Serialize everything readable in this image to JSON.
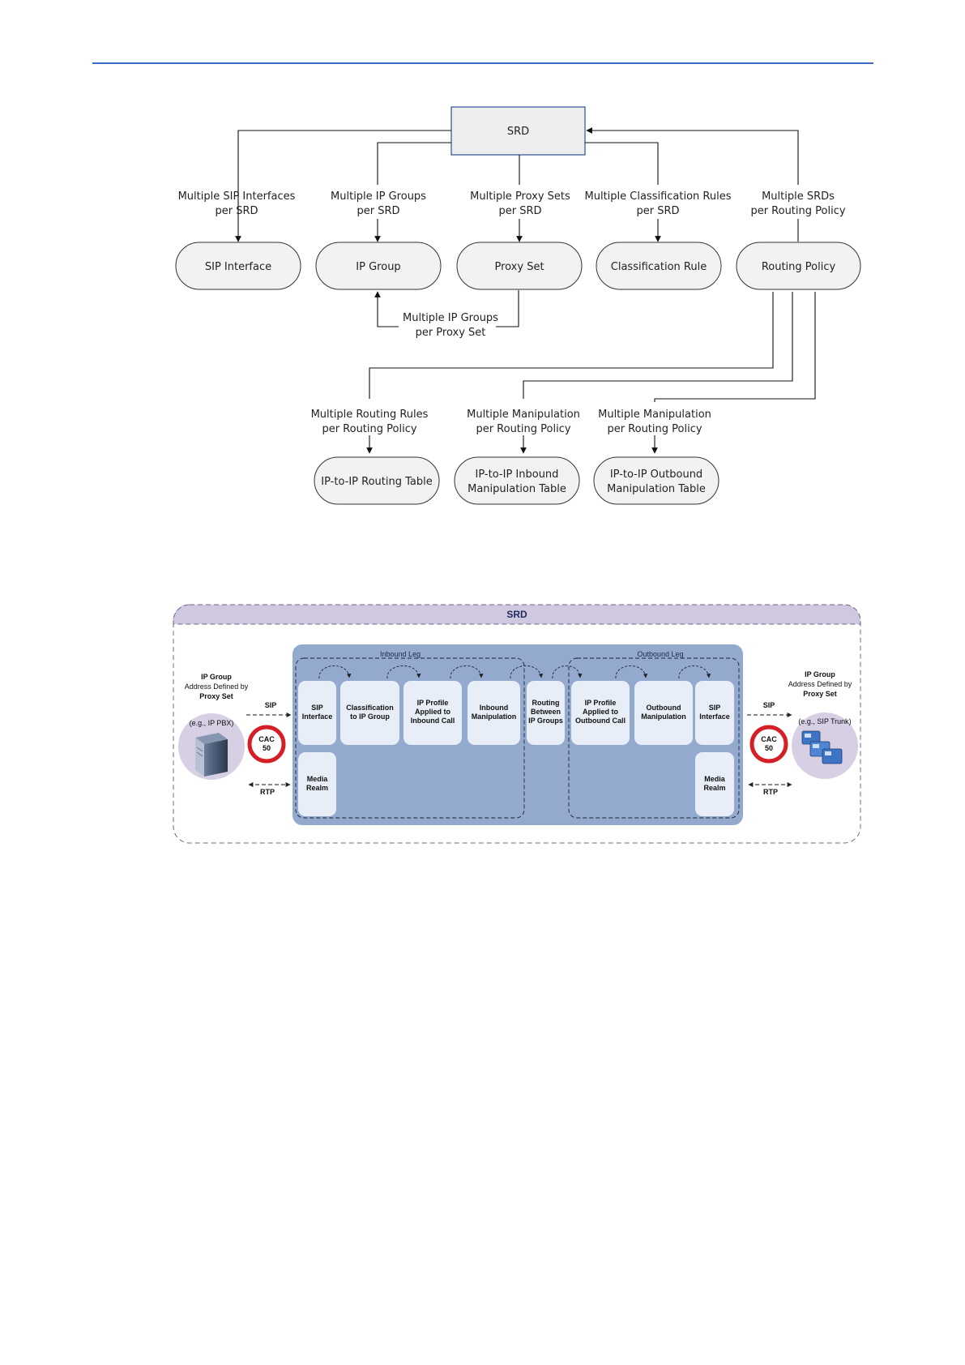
{
  "diagram1": {
    "srd": "SRD",
    "nodes": {
      "sip_interface": "SIP Interface",
      "ip_group": "IP Group",
      "proxy_set": "Proxy Set",
      "classification_rule": "Classification Rule",
      "routing_policy": "Routing Policy",
      "routing_table": "IP-to-IP Routing Table",
      "inbound_table": [
        "IP-to-IP Inbound",
        "Manipulation Table"
      ],
      "outbound_table": [
        "IP-to-IP Outbound",
        "Manipulation Table"
      ]
    },
    "labels": {
      "multi_sip_interfaces": [
        "Multiple SIP Interfaces",
        "per SRD"
      ],
      "multi_ip_groups": [
        "Multiple IP Groups",
        "per SRD"
      ],
      "multi_proxy_sets": [
        "Multiple Proxy Sets",
        "per SRD"
      ],
      "multi_class_rules": [
        "Multiple Classification Rules",
        "per SRD"
      ],
      "multi_srds": [
        "Multiple SRDs",
        "per Routing Policy"
      ],
      "multi_ip_groups_proxy": [
        "Multiple IP Groups",
        "per Proxy Set"
      ],
      "multi_routing_rules": [
        "Multiple Routing Rules",
        "per Routing Policy"
      ],
      "multi_manip_in": [
        "Multiple Manipulation",
        "per Routing Policy"
      ],
      "multi_manip_out": [
        "Multiple Manipulation",
        "per Routing Policy"
      ]
    }
  },
  "diagram2": {
    "srd_title": "SRD",
    "inbound_leg": "Inbound Leg",
    "outbound_leg": "Outbound Leg",
    "left_party": {
      "title": "IP Group",
      "line2": "Address Defined by",
      "line3": "Proxy Set",
      "example": "(e.g., IP PBX)"
    },
    "right_party": {
      "title": "IP Group",
      "line2": "Address Defined by",
      "line3": "Proxy Set",
      "example": "(e.g., SIP Trunk)"
    },
    "cac": [
      "CAC",
      "50"
    ],
    "sip": "SIP",
    "rtp": "RTP",
    "blocks": {
      "sip_interface_in": [
        "SIP",
        "Interface"
      ],
      "classification": [
        "Classification",
        "to IP Group"
      ],
      "ip_profile_in": [
        "IP Profile",
        "Applied to",
        "Inbound Call"
      ],
      "inbound_manip": [
        "Inbound",
        "Manipulation"
      ],
      "routing": [
        "Routing",
        "Between",
        "IP Groups"
      ],
      "ip_profile_out": [
        "IP Profile",
        "Applied to",
        "Outbound Call"
      ],
      "outbound_manip": [
        "Outbound",
        "Manipulation"
      ],
      "sip_interface_out": [
        "SIP",
        "Interface"
      ],
      "media_realm_in": [
        "Media",
        "Realm"
      ],
      "media_realm_out": [
        "Media",
        "Realm"
      ]
    }
  },
  "colors": {
    "rule": "#3b6cc3",
    "srd_box_fill": "#eeeeee",
    "srd_box_border": "#2f4f8f",
    "node_fill": "#f2f2f2",
    "band_fill": "#d0c8e0",
    "legs_panel": "#93a9ce",
    "block_fill": "#e8eef7",
    "party_circle": "#d7cfe3",
    "cac_red": "#d41f26"
  }
}
